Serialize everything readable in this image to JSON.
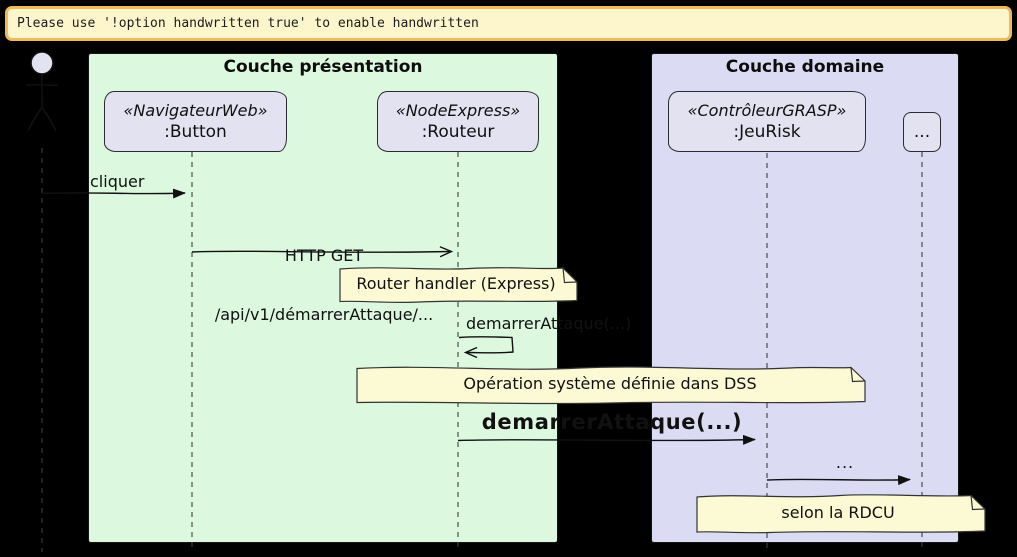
{
  "banner": {
    "text": "Please use '!option handwritten true' to enable handwritten"
  },
  "groups": [
    {
      "title": "Couche présentation"
    },
    {
      "title": "Couche domaine"
    }
  ],
  "participants": [
    {
      "stereotype": "«NavigateurWeb»",
      "name": ":Button"
    },
    {
      "stereotype": "«NodeExpress»",
      "name": ":Routeur"
    },
    {
      "stereotype": "«ContrôleurGRASP»",
      "name": ":JeuRisk"
    },
    {
      "name": "..."
    }
  ],
  "messages": [
    {
      "label": "cliquer"
    },
    {
      "label_line1": "HTTP GET",
      "label_line2": "/api/v1/démarrerAttaque/..."
    },
    {
      "label": "demarrerAttaque(...)"
    },
    {
      "label": "demarrerAttaque(...)"
    },
    {
      "label": "..."
    }
  ],
  "notes": [
    {
      "text": "Router handler (Express)"
    },
    {
      "text": "Opération système définie dans DSS"
    },
    {
      "text": "selon la RDCU"
    }
  ],
  "colors": {
    "page_bg": "#000000",
    "banner_bg": "#FDF6CD",
    "banner_border": "#EFB95D",
    "presentation_bg": "#DCF8DE",
    "domain_bg": "#DBDBF4",
    "participant_bg": "#E2E2F0",
    "participant_border": "#2B2B33",
    "note_bg": "#FBFAD4",
    "note_border": "#333333",
    "line": "#111111",
    "lifeline": "#3F3F3F",
    "text": "#111111"
  }
}
